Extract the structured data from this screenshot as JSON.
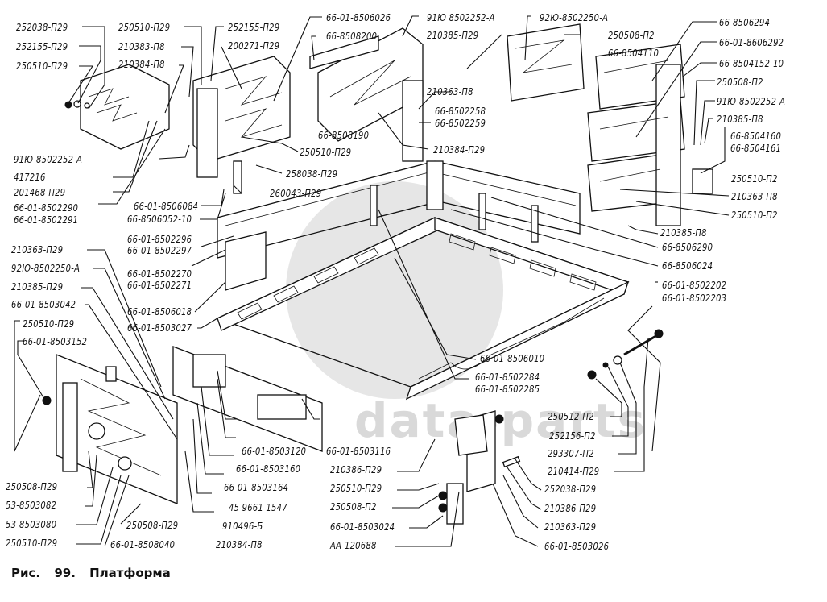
{
  "figure": {
    "caption_prefix": "Рис.",
    "caption_number": "99.",
    "caption_title": "Платформа",
    "watermark": "data-parts"
  },
  "labels": [
    {
      "id": "l1",
      "text": "252038-П29"
    },
    {
      "id": "l2",
      "text": "252155-П29"
    },
    {
      "id": "l3",
      "text": "250510-П29"
    },
    {
      "id": "l4",
      "text": "250510-П29"
    },
    {
      "id": "l5",
      "text": "210383-П8"
    },
    {
      "id": "l6",
      "text": "210384-П8"
    },
    {
      "id": "l7",
      "text": "252155-П29"
    },
    {
      "id": "l8",
      "text": "200271-П29"
    },
    {
      "id": "l9",
      "text": "66-01-8506026"
    },
    {
      "id": "l10",
      "text": "66-8508200"
    },
    {
      "id": "l11",
      "text": "91Ю 8502252-А"
    },
    {
      "id": "l12",
      "text": "210385-П29"
    },
    {
      "id": "l13",
      "text": "92Ю-8502250-А"
    },
    {
      "id": "l14",
      "text": "250508-П2"
    },
    {
      "id": "l15",
      "text": "66-8504110"
    },
    {
      "id": "l16",
      "text": "66-8506294"
    },
    {
      "id": "l17",
      "text": "66-01-8606292"
    },
    {
      "id": "l18",
      "text": "66-8504152-10"
    },
    {
      "id": "l19",
      "text": "250508-П2"
    },
    {
      "id": "l20",
      "text": "91Ю-8502252-А"
    },
    {
      "id": "l21",
      "text": "210385-П8"
    },
    {
      "id": "l22a",
      "text": "66-8504160"
    },
    {
      "id": "l22b",
      "text": "66-8504161"
    },
    {
      "id": "l23",
      "text": "250510-П2"
    },
    {
      "id": "l24",
      "text": "210363-П8"
    },
    {
      "id": "l25",
      "text": "250510-П2"
    },
    {
      "id": "l26",
      "text": "210385-П8"
    },
    {
      "id": "l27",
      "text": "210363-П8"
    },
    {
      "id": "l28a",
      "text": "66-8502258"
    },
    {
      "id": "l28b",
      "text": "66-8502259"
    },
    {
      "id": "l29",
      "text": "210384-П29"
    },
    {
      "id": "l30",
      "text": "66-8508190"
    },
    {
      "id": "l31",
      "text": "250510-П29"
    },
    {
      "id": "l32",
      "text": "258038-П29"
    },
    {
      "id": "l33",
      "text": "260043-П29"
    },
    {
      "id": "l34",
      "text": "91Ю-8502252-А"
    },
    {
      "id": "l35",
      "text": "417216"
    },
    {
      "id": "l36",
      "text": "201468-П29"
    },
    {
      "id": "l37a",
      "text": "66-01-8502290"
    },
    {
      "id": "l37b",
      "text": "66-01-8502291"
    },
    {
      "id": "l38",
      "text": "66-01-8506084"
    },
    {
      "id": "l39",
      "text": "66-8506052-10"
    },
    {
      "id": "l40a",
      "text": "66-01-8502296"
    },
    {
      "id": "l40b",
      "text": "66-01-8502297"
    },
    {
      "id": "l41a",
      "text": "66-01-8502270"
    },
    {
      "id": "l41b",
      "text": "66-01-8502271"
    },
    {
      "id": "l42",
      "text": "66-01-8506018"
    },
    {
      "id": "l43",
      "text": "66-01-8503027"
    },
    {
      "id": "l44",
      "text": "66-8506290"
    },
    {
      "id": "l45",
      "text": "66-8506024"
    },
    {
      "id": "l46a",
      "text": "66-01-8502202"
    },
    {
      "id": "l46b",
      "text": "66-01-8502203"
    },
    {
      "id": "l47",
      "text": "210363-П29"
    },
    {
      "id": "l48",
      "text": "92Ю-8502250-А"
    },
    {
      "id": "l49",
      "text": "210385-П29"
    },
    {
      "id": "l50",
      "text": "66-01-8503042"
    },
    {
      "id": "l51",
      "text": "250510-П29"
    },
    {
      "id": "l52",
      "text": "66-01-8503152"
    },
    {
      "id": "l53",
      "text": "66-01-8506010"
    },
    {
      "id": "l54a",
      "text": "66-01-8502284"
    },
    {
      "id": "l54b",
      "text": "66-01-8502285"
    },
    {
      "id": "l55",
      "text": "250512-П2"
    },
    {
      "id": "l56",
      "text": "252156-П2"
    },
    {
      "id": "l57",
      "text": "293307-П2"
    },
    {
      "id": "l58",
      "text": "210414-П29"
    },
    {
      "id": "l59",
      "text": "66-01-8503120"
    },
    {
      "id": "l60",
      "text": "66-01-8503116"
    },
    {
      "id": "l61",
      "text": "66-01-8503160"
    },
    {
      "id": "l62",
      "text": "66-01-8503164"
    },
    {
      "id": "l63",
      "text": "45 9661 1547"
    },
    {
      "id": "l64",
      "text": "910496-Б"
    },
    {
      "id": "l65",
      "text": "210384-П8"
    },
    {
      "id": "l66",
      "text": "210386-П29"
    },
    {
      "id": "l67",
      "text": "250510-П29"
    },
    {
      "id": "l68",
      "text": "250508-П2"
    },
    {
      "id": "l69",
      "text": "66-01-8503024"
    },
    {
      "id": "l70",
      "text": "АА-120688"
    },
    {
      "id": "l71",
      "text": "252038-П29"
    },
    {
      "id": "l72",
      "text": "210386-П29"
    },
    {
      "id": "l73",
      "text": "210363-П29"
    },
    {
      "id": "l74",
      "text": "66-01-8503026"
    },
    {
      "id": "l75",
      "text": "250508-П29"
    },
    {
      "id": "l76",
      "text": "53-8503082"
    },
    {
      "id": "l77",
      "text": "53-8503080"
    },
    {
      "id": "l78",
      "text": "250510-П29"
    },
    {
      "id": "l79",
      "text": "250508-П29"
    },
    {
      "id": "l80",
      "text": "66-01-8508040"
    }
  ]
}
